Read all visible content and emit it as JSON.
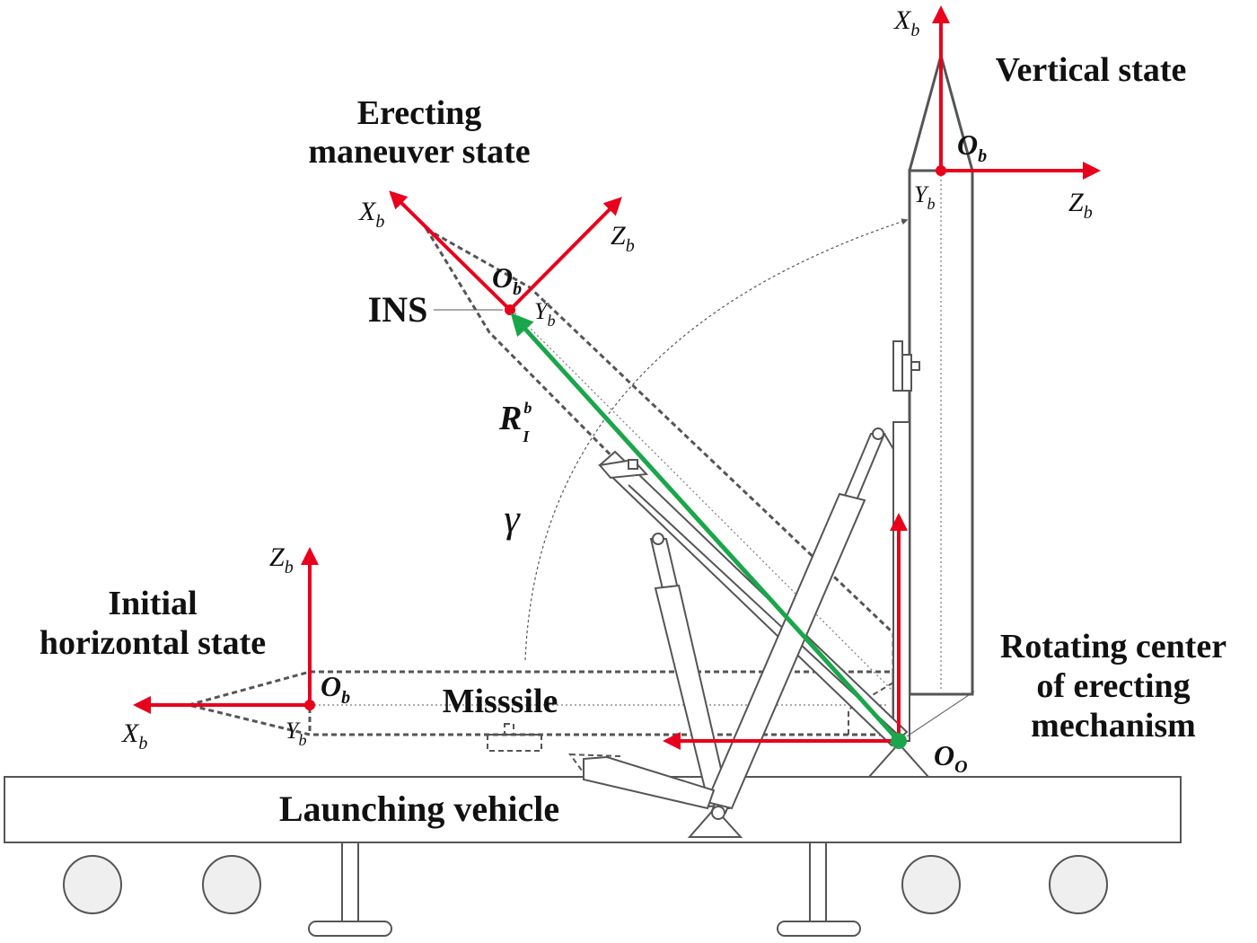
{
  "labels": {
    "vertical_state": "Vertical state",
    "erecting_line1": "Erecting",
    "erecting_line2": "maneuver state",
    "initial_line1": "Initial",
    "initial_line2": "horizontal state",
    "rotating_line1": "Rotating center",
    "rotating_line2": "of erecting",
    "rotating_line3": "mechanism",
    "missile": "Misssile",
    "launching_vehicle": "Launching vehicle",
    "ins": "INS",
    "gamma": "γ"
  },
  "axes": {
    "x": "X",
    "y": "Y",
    "z": "Z",
    "b": "b",
    "origin": "O",
    "origin_sub_b": "b",
    "origin_sub_o": "O",
    "r_main": "R",
    "r_sup": "b",
    "r_sub": "I"
  },
  "colors": {
    "axis": "#e8001c",
    "vector": "#1aa64a",
    "structure": "#555555"
  }
}
